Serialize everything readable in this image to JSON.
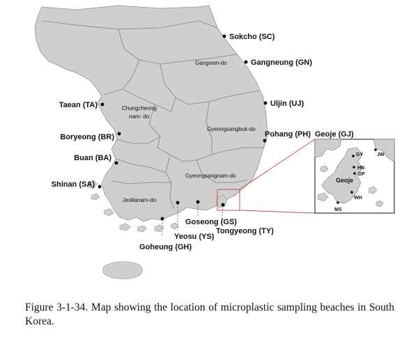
{
  "sites": [
    {
      "code": "SC",
      "label": "Sokcho (SC)"
    },
    {
      "code": "GN",
      "label": "Gangneung (GN)"
    },
    {
      "code": "UJ",
      "label": "Uljin (UJ)"
    },
    {
      "code": "PH",
      "label": "Pohang (PH)"
    },
    {
      "code": "TA",
      "label": "Taean (TA)"
    },
    {
      "code": "BR",
      "label": "Boryeong (BR)"
    },
    {
      "code": "BA",
      "label": "Buan (BA)"
    },
    {
      "code": "SA",
      "label": "Shinan (SA)"
    },
    {
      "code": "GS",
      "label": "Goseong (GS)"
    },
    {
      "code": "YS",
      "label": "Yeosu (YS)"
    },
    {
      "code": "GH",
      "label": "Goheung (GH)"
    },
    {
      "code": "TY",
      "label": "Tongyeong (TY)"
    }
  ],
  "regions": {
    "gangwon": "Gangwon-do",
    "chungcheong_line1": "Chungcheong",
    "chungcheong_line2": "nam- do",
    "gyeongsangbuk": "Gyeongsangbuk-do",
    "gyeongsangnam": "Gyeongsangnam-do",
    "jeollanam": "Jeollanam-do"
  },
  "inset": {
    "title": "Geoje (GJ)",
    "island_label": "Geoje",
    "sites": [
      "GY",
      "JW",
      "HN",
      "DP",
      "WH",
      "MS"
    ]
  },
  "caption": "Figure 3-1-34. Map showing the location of microplastic sampling beaches in South Korea.",
  "colors": {
    "land": "#cfcfcf",
    "border": "#8f8f8f",
    "callout": "#c0504d"
  }
}
